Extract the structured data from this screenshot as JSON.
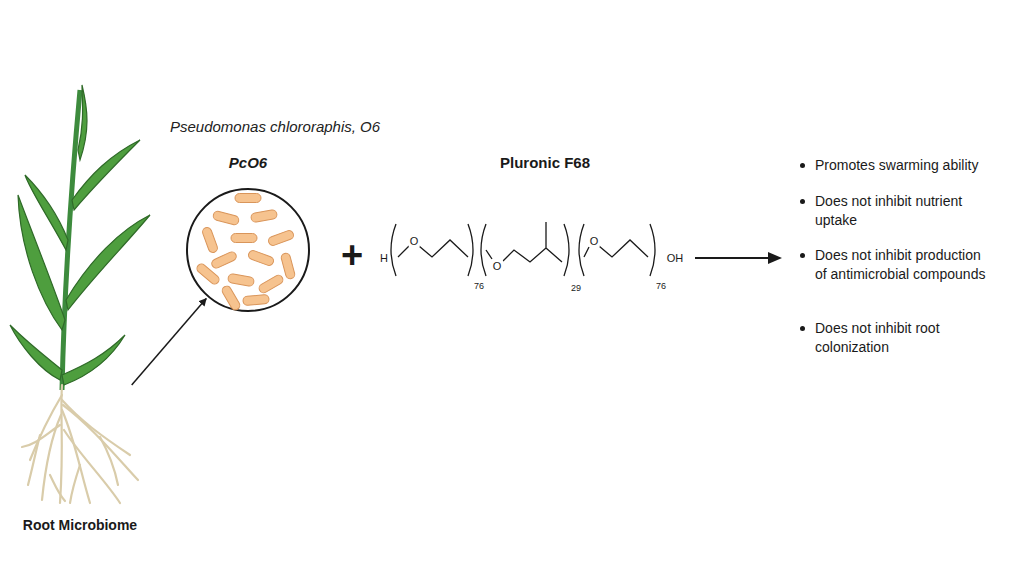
{
  "diagram": {
    "nodes": [
      {
        "text": [
          "Root Microbiome"
        ]
      },
      {
        "text": [
          "PcO6"
        ]
      }
    ],
    "edges": [
      {
        "from": 0,
        "to": 1,
        "arrow": "to"
      }
    ],
    "labels": [
      "Pseudomonas chlororaphis, O6",
      "+",
      "Pluronic F68",
      "H",
      "O",
      "76",
      "O",
      "29",
      "O",
      "76",
      "OH",
      "Promotes swarming ability",
      "Does not inhibit nutrient uptake",
      "Does not inhibit production of antimicrobial compounds",
      "Does not inhibit root colonization"
    ]
  }
}
